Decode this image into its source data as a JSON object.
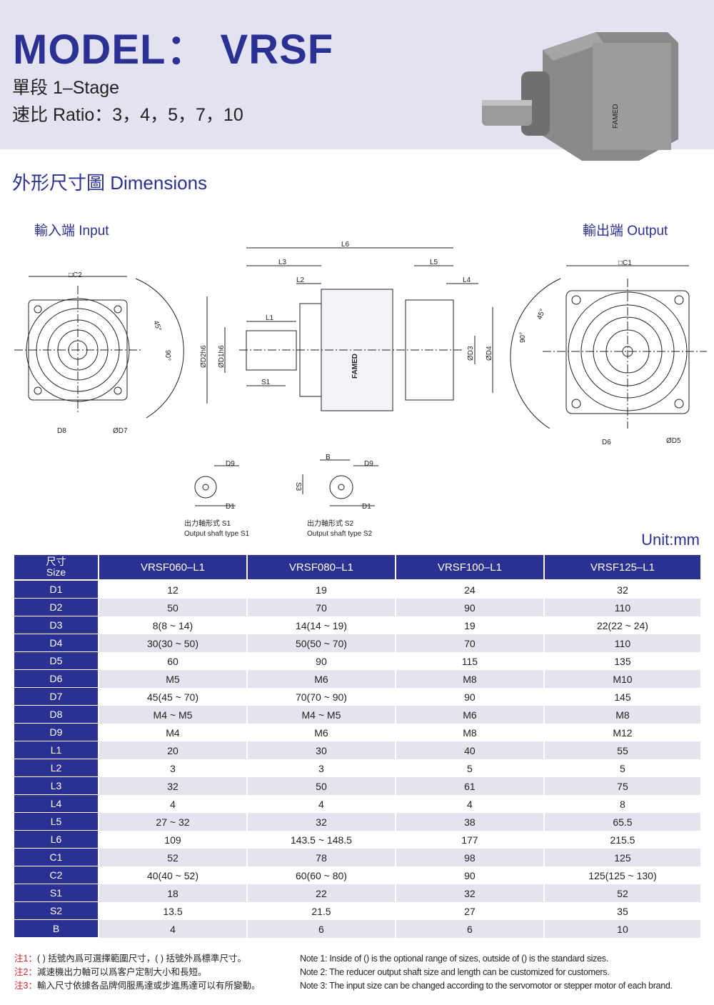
{
  "header": {
    "title": "MODEL： VRSF",
    "stage": "單段  1–Stage",
    "ratio": "速比  Ratio：3，4，5，7，10",
    "product_logo": "FAMED"
  },
  "section_title": "外形尺寸圖 Dimensions",
  "drawing": {
    "input_label": "輸入端 Input",
    "output_label": "輸出端 Output",
    "input": {
      "c2": "□C2",
      "a45": "45°",
      "a90": "90°",
      "d8": "D8",
      "d7": "ØD7"
    },
    "side": {
      "l6": "L6",
      "l3": "L3",
      "l5": "L5",
      "l2": "L2",
      "l4": "L4",
      "l1": "L1",
      "d2": "ØD2h6",
      "d1": "ØD1h6",
      "s1": "S1",
      "d3": "ØD3",
      "d4": "ØD4",
      "brand": "FAMED"
    },
    "output": {
      "c1": "□C1",
      "a45": "45°",
      "a90": "90°",
      "d6": "D6",
      "d5": "ØD5"
    },
    "shaft1": {
      "d9": "D9",
      "d1": "D1",
      "cn": "出力軸形式 S1",
      "en": "Output shaft type S1"
    },
    "shaft2": {
      "b": "B",
      "d9": "D9",
      "s3": "S3",
      "d1": "D1",
      "cn": "出力軸形式 S2",
      "en": "Output shaft type S2"
    }
  },
  "unit": "Unit:mm",
  "table": {
    "size_cn": "尺寸",
    "size_en": "Size",
    "models": [
      "VRSF060–L1",
      "VRSF080–L1",
      "VRSF100–L1",
      "VRSF125–L1"
    ],
    "rows": [
      {
        "k": "D1",
        "v": [
          "12",
          "19",
          "24",
          "32"
        ]
      },
      {
        "k": "D2",
        "v": [
          "50",
          "70",
          "90",
          "110"
        ]
      },
      {
        "k": "D3",
        "v": [
          "8(8 ~ 14)",
          "14(14 ~ 19)",
          "19",
          "22(22 ~ 24)"
        ]
      },
      {
        "k": "D4",
        "v": [
          "30(30 ~ 50)",
          "50(50 ~ 70)",
          "70",
          "110"
        ]
      },
      {
        "k": "D5",
        "v": [
          "60",
          "90",
          "115",
          "135"
        ]
      },
      {
        "k": "D6",
        "v": [
          "M5",
          "M6",
          "M8",
          "M10"
        ]
      },
      {
        "k": "D7",
        "v": [
          "45(45 ~ 70)",
          "70(70 ~ 90)",
          "90",
          "145"
        ]
      },
      {
        "k": "D8",
        "v": [
          "M4 ~ M5",
          "M4 ~ M5",
          "M6",
          "M8"
        ]
      },
      {
        "k": "D9",
        "v": [
          "M4",
          "M6",
          "M8",
          "M12"
        ]
      },
      {
        "k": "L1",
        "v": [
          "20",
          "30",
          "40",
          "55"
        ]
      },
      {
        "k": "L2",
        "v": [
          "3",
          "3",
          "5",
          "5"
        ]
      },
      {
        "k": "L3",
        "v": [
          "32",
          "50",
          "61",
          "75"
        ]
      },
      {
        "k": "L4",
        "v": [
          "4",
          "4",
          "4",
          "8"
        ]
      },
      {
        "k": "L5",
        "v": [
          "27 ~ 32",
          "32",
          "38",
          "65.5"
        ]
      },
      {
        "k": "L6",
        "v": [
          "109",
          "143.5 ~ 148.5",
          "177",
          "215.5"
        ]
      },
      {
        "k": "C1",
        "v": [
          "52",
          "78",
          "98",
          "125"
        ]
      },
      {
        "k": "C2",
        "v": [
          "40(40 ~ 52)",
          "60(60 ~ 80)",
          "90",
          "125(125 ~ 130)"
        ]
      },
      {
        "k": "S1",
        "v": [
          "18",
          "22",
          "32",
          "52"
        ]
      },
      {
        "k": "S2",
        "v": [
          "13.5",
          "21.5",
          "27",
          "35"
        ]
      },
      {
        "k": "B",
        "v": [
          "4",
          "6",
          "6",
          "10"
        ]
      }
    ]
  },
  "notes": {
    "cn": [
      {
        "t": "注1：",
        "b": "( ) 括號內爲可選擇範圍尺寸，( ) 括號外爲標準尺寸。"
      },
      {
        "t": "注2：",
        "b": "減速機出力軸可以爲客户定制大小和長短。"
      },
      {
        "t": "注3：",
        "b": "輸入尺寸依據各品牌伺服馬達或步進馬達可以有所變動。"
      }
    ],
    "en": [
      "Note 1:  Inside of () is the optional range of sizes, outside of () is the standard sizes.",
      "Note 2: The reducer output shaft size and length can be customized for customers.",
      "Note 3: The input size can be changed according to the servomotor or stepper motor of each brand."
    ]
  }
}
